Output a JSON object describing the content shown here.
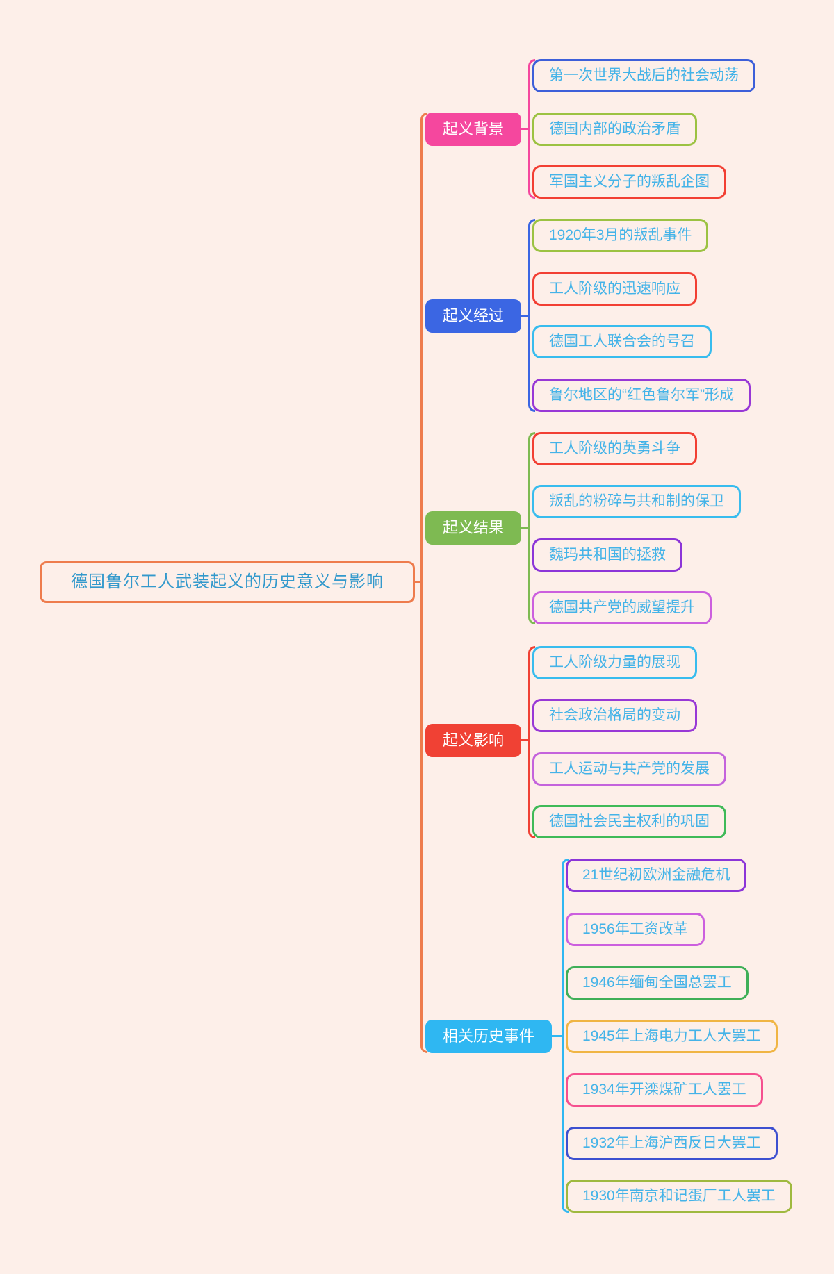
{
  "colors": {
    "background": "#FDEFE9",
    "leaf_text": "#44B3E8",
    "root_border": "#EE7C4D",
    "root_text": "#3399CC"
  },
  "root": {
    "label": "德国鲁尔工人武装起义的历史意义与影响"
  },
  "branches": [
    {
      "label": "起义背景",
      "color": "#F5479E",
      "leaves": [
        {
          "label": "第一次世界大战后的社会动荡",
          "border_color": "#3D5FD9"
        },
        {
          "label": "德国内部的政治矛盾",
          "border_color": "#9CC242"
        },
        {
          "label": "军国主义分子的叛乱企图",
          "border_color": "#F23F33"
        }
      ]
    },
    {
      "label": "起义经过",
      "color": "#3B66E3",
      "leaves": [
        {
          "label": "1920年3月的叛乱事件",
          "border_color": "#9CC242"
        },
        {
          "label": "工人阶级的迅速响应",
          "border_color": "#F23F33"
        },
        {
          "label": "德国工人联合会的号召",
          "border_color": "#38BCEE"
        },
        {
          "label": "鲁尔地区的“红色鲁尔军”形成",
          "border_color": "#9838D6"
        }
      ]
    },
    {
      "label": "起义结果",
      "color": "#7EBA52",
      "leaves": [
        {
          "label": "工人阶级的英勇斗争",
          "border_color": "#F23F33"
        },
        {
          "label": "叛乱的粉碎与共和制的保卫",
          "border_color": "#38BCEE"
        },
        {
          "label": "魏玛共和国的拯救",
          "border_color": "#8C35D8"
        },
        {
          "label": "德国共产党的威望提升",
          "border_color": "#CC5FDE"
        }
      ]
    },
    {
      "label": "起义影响",
      "color": "#F04134",
      "leaves": [
        {
          "label": "工人阶级力量的展现",
          "border_color": "#38BCEE"
        },
        {
          "label": "社会政治格局的变动",
          "border_color": "#9838D6"
        },
        {
          "label": "工人运动与共产党的发展",
          "border_color": "#C463DC"
        },
        {
          "label": "德国社会民主权利的巩固",
          "border_color": "#3FBA58"
        }
      ]
    },
    {
      "label": "相关历史事件",
      "color": "#2FB7F2",
      "leaves": [
        {
          "label": "21世纪初欧洲金融危机",
          "border_color": "#8C35D8"
        },
        {
          "label": "1956年工资改革",
          "border_color": "#CC5FDE"
        },
        {
          "label": "1946年缅甸全国总罢工",
          "border_color": "#3FAF58"
        },
        {
          "label": "1945年上海电力工人大罢工",
          "border_color": "#F0B544"
        },
        {
          "label": "1934年开滦煤矿工人罢工",
          "border_color": "#F5508F"
        },
        {
          "label": "1932年上海沪西反日大罢工",
          "border_color": "#3D50D0"
        },
        {
          "label": "1930年南京和记蛋厂工人罢工",
          "border_color": "#9FB93F"
        }
      ]
    }
  ]
}
